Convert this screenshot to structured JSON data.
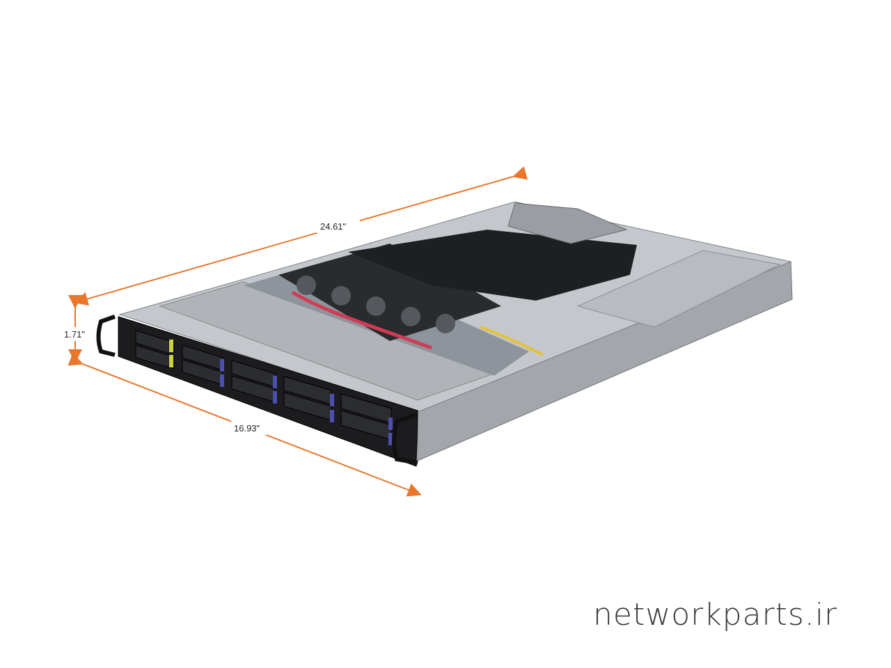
{
  "dimensions": {
    "depth": "24.61\"",
    "height": "1.71\"",
    "width": "16.93\""
  },
  "watermark": "networkparts.ir",
  "colors": {
    "arrow": "#e8762b",
    "chassis_top": "#b9bcc0",
    "chassis_side": "#9da1a6",
    "front_panel": "#1c1c1e",
    "drive_tab_blue": "#4a4fb0",
    "drive_tab_yellow": "#c8d43a"
  }
}
